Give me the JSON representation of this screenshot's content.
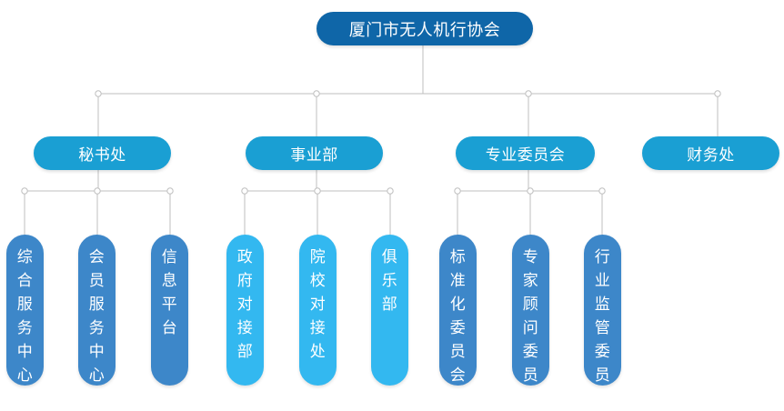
{
  "root": {
    "label": "厦门市无人机行协会"
  },
  "colors": {
    "root": "#0f66a8",
    "dept": "#1a9fd3",
    "connector": "#bfbfbf",
    "unit_group1": "#3d87c9",
    "unit_group2": "#33b8f0",
    "unit_group3": "#3d87c9"
  },
  "departments": [
    {
      "label": "秘书处",
      "units": [
        {
          "label": "综合服务中心"
        },
        {
          "label": "会员服务中心"
        },
        {
          "label": "信息平台"
        }
      ]
    },
    {
      "label": "事业部",
      "units": [
        {
          "label": "政府对接部"
        },
        {
          "label": "院校对接处"
        },
        {
          "label": "俱乐部"
        }
      ]
    },
    {
      "label": "专业委员会",
      "units": [
        {
          "label": "标准化委员会"
        },
        {
          "label": "专家顾问委员会"
        },
        {
          "label": "行业监管委员会"
        }
      ]
    },
    {
      "label": "财务处",
      "units": []
    }
  ]
}
